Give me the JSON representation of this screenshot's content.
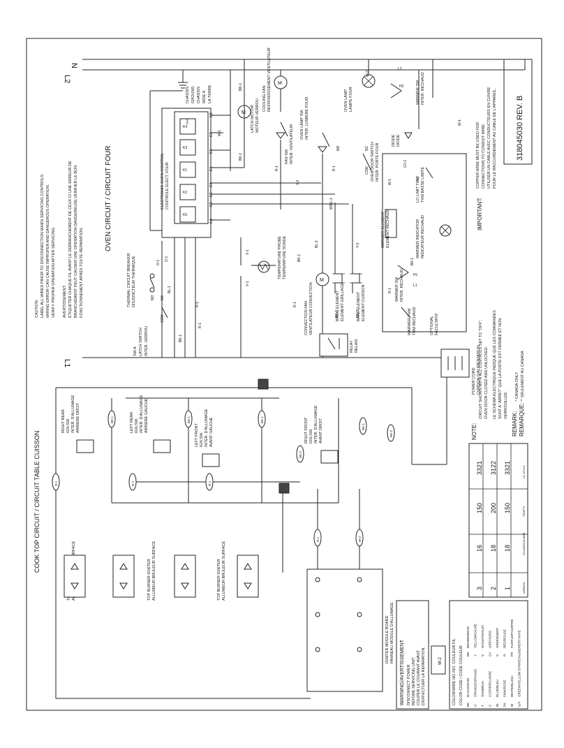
{
  "rails": {
    "l2": "L2",
    "n": "N",
    "l1": "L1"
  },
  "titles": {
    "oven": "OVEN CIRCUIT / CIRCUIT FOUR",
    "cooktop": "COOK TOP CIRCUIT / CIRCUIT TABLE CUISSON"
  },
  "caution": [
    "CAUTION:",
    "LABEL ALL WIRES PRIOR TO DISCONNECTION WHEN SERVICING CONTROLS.",
    "WIRING ERROR CAN CAUSE IMPROPER AND DANGEROUS OPERATION.",
    "VERIFY PROPER OPERATION AFTER SERVICING.",
    "AVERTISSEMENT:",
    "ETIQUETER CHAQUE FIL AVANT LE DEBRANCHEMENT DE CEUX-CI.UNE ERREUR DE",
    "BRANCHEMENT PEUT CAUSER UNE OPERATION DANGEREUSE.VERIFIER LE BON",
    "FONCTIONNEMENT APRES TOUTE REPARATION."
  ],
  "chassis": [
    "CHASSIS",
    "GROUND",
    "CHASSIS",
    "MISE A",
    "LA TERRE"
  ],
  "cooling_fan": [
    "COOLING FAN",
    "REFROIDISSEMENT VENTILATEUR"
  ],
  "latch_motor": [
    "LATCH MOTOR",
    "MOTEUR VERROU"
  ],
  "fan_sw": [
    "FAN SW.",
    "INTER. VENTILATEUR"
  ],
  "oven_lamp_sw": [
    "OVEN LAMP SW.",
    "INTER. LUMIERE FOUR"
  ],
  "oven_lamp": [
    "OVEN LAMP",
    "LAMPE FOUR"
  ],
  "oven_door_switch": [
    "OVEN DOOR SWITCH",
    "INTER. PORTE FOUR"
  ],
  "switch_terms": {
    "no": "NO",
    "nc": "NC",
    "com": "COM"
  },
  "diode": [
    "DIODE",
    "DIODE"
  ],
  "warmer_sw_top": [
    "WARMER SW.",
    "INTER. RECHAUD"
  ],
  "lo_limit": [
    "LO LIMIT THM",
    "THM BASSE LIMITE"
  ],
  "warmer_element": [
    "WARMER ELEMENT",
    "ELEMENT RECHAUD"
  ],
  "warmer_indicator": [
    "WARMER INDICATOR",
    "INDICATEUR RECHAUD"
  ],
  "warmer_sw_mid": [
    "WARMER SW.",
    "INTER. RECHAUD"
  ],
  "warmer_thm": [
    "WARMER THM",
    "THM RECHAUD"
  ],
  "optional": [
    "OPTIONAL",
    "FACULTATIF"
  ],
  "eoc": [
    "ELECTRONIC OVEN CONTROL",
    "CONTROLE ELECT. FOUR"
  ],
  "eoc_terms": [
    "E8",
    "E3",
    "E2",
    "E1",
    "E7",
    "E6",
    "E5",
    "E4"
  ],
  "relay_labels": [
    "K4",
    "K3",
    "K1",
    "K2",
    "K5"
  ],
  "fan_label": "FAN",
  "thermal_breaker": [
    "THERMAL CIRCUIT BREAKER",
    "DISJONCTEUR THERMIQUE"
  ],
  "temp_probe": [
    "TEMPERATURE PROBE",
    "TEMPERATURE SONDE"
  ],
  "convection_fan": [
    "CONVECTION FAN",
    "VENTILATEUR CONVECTION"
  ],
  "broil_element": [
    "BROIL ELEMENT",
    "ELEMENT GRILLAGE"
  ],
  "bake_element": [
    "BAKE ELEMENT",
    "ELEMENT CUISSON"
  ],
  "relay": [
    "RELAY",
    "RELAIS"
  ],
  "latch_switch": [
    "SW.A",
    "LATCH SWITCH",
    "INTER. VERROU"
  ],
  "power_cord": [
    "POWER CORD",
    "CORDON D'ALIMENTATION"
  ],
  "wire_tags": {
    "o1": "O-1",
    "o2": "O-1",
    "bl1": "BL-1",
    "bk1": "BK-1",
    "r1": "R-1",
    "v1": "V-1",
    "v2": "V-1",
    "w1": "W-1",
    "w2": "W-1",
    "w3": "W-1",
    "bk2": "BK-1",
    "r2": "R-1",
    "bl2": "BL-3",
    "y1": "Y-2",
    "y2": "Y-3",
    "wbl1": "W/BL-1",
    "bk3": "BK-1",
    "bk4": "BK-1",
    "r3": "R-1",
    "r4": "R-1",
    "bk5": "BK-2",
    "bk6": "BK-3",
    "gy1": "GY-1",
    "w4": "W-3",
    "w5": "W-1",
    "bk7": "BK-1",
    "r5": "R-1",
    "r6": "R-2",
    "bk8": "BK-1",
    "r7": "R-1",
    "bk9": "BK-1",
    "r8": "R-1",
    "bk10": "BK-2",
    "bk11": "BK-1",
    "r9": "R-1",
    "w6": "W-2",
    "r10": "R-1",
    "bk12": "BK-1",
    "bk13": "BK-2"
  },
  "right_rear": [
    "RIGHT REAR",
    "IGN.SW.",
    "INTER. D'ALLUMAGE",
    "ARRIERE DROIT"
  ],
  "left_rear": [
    "LEFT REAR",
    "IGN.SW.",
    "INTER. D'ALLUMAGE",
    "ARRIERE GAUCHE"
  ],
  "left_front": [
    "LEFT FRONT",
    "IGN.SW.",
    "INTER. D'ALLUMAGE",
    "AVANT GAUCHE"
  ],
  "right_front": [
    "RIGHT FRONT",
    "IGN.SW.",
    "INTER. D'ALLUMAGE",
    "AVANT DROIT"
  ],
  "igniter": [
    "TOP BURNER IGNITER",
    "ALLUMEUR BRULEUR SURFACE"
  ],
  "igniter_module": [
    "IGNITER MODULE BOARD",
    "PANNEAU MODULE D'ALLUMAGE"
  ],
  "warning": [
    "WARNING/AVERTISSEMENT",
    "DISCONNECT POWER",
    "BEFORE SERVICING UNIT.",
    "COUPER LE COURANT AVANT",
    "D'EFFECTUER LA REPARATION."
  ],
  "w2_label": "W-2",
  "color_header": [
    "COLOR/WIRE NO./NO. COULEUR FIL",
    "COLOR CODE / CODE COULEUR"
  ],
  "color_codes": [
    {
      "code": "BK",
      "name": "BLACK/NOIR",
      "code2": "BR",
      "name2": "BROWN/BRUN"
    },
    {
      "code": "O",
      "name": "ORANGE/ORANGE",
      "code2": "Y",
      "name2": "YELLOW/JAUNE"
    },
    {
      "code": "T",
      "name": "TAN/BRUN",
      "code2": "V",
      "name2": "VIOLET/VIOLET"
    },
    {
      "code": "C",
      "name": "COPPER/CUIVRE",
      "code2": "GY",
      "name2": "GREY/GRIS"
    },
    {
      "code": "BL",
      "name": "BLUE/BLEU",
      "code2": "G",
      "name2": "GREEN/VERT"
    },
    {
      "code": "PK",
      "name": "PINK/ROSE",
      "code2": "R",
      "name2": "RED/ROUGE"
    },
    {
      "code": "W",
      "name": "WHITE/BLANC",
      "code2": "PR",
      "name2": "PURPLE/POURPRE"
    },
    {
      "code": "G/Y",
      "name": "GREEN/YELLOW STRIPE/JAUNE/VERT RAYE",
      "code2": "",
      "name2": ""
    }
  ],
  "wire_table": {
    "rows": [
      {
        "wire": "3",
        "gauge": "16",
        "temp": "150",
        "ul": "3321"
      },
      {
        "wire": "2",
        "gauge": "18",
        "temp": "200",
        "ul": "3122"
      },
      {
        "wire": "1",
        "gauge": "18",
        "temp": "150",
        "ul": "3321"
      }
    ],
    "headers": {
      "wire": "WIRE/FIL",
      "gauge": "GAUGE/CALIBRE",
      "temp": "TEMP°C",
      "ul": "UL STYLE"
    }
  },
  "note": [
    "NOTE:",
    "CIRCUIT SHOWN WITH ALL CONTROLS SET TO \"OFF\",",
    "OVEN DOOR CLOSED AND UNLOCKED.",
    "LE SCHEMA ELECTRIQUE INDIQUE QUE LES COMMANDES",
    "SONT A \"ARRET\" QUE LA PORTE EST FERMEE ET NON",
    "VERROUILLEE."
  ],
  "remark": [
    "REMARK:",
    "REMARQUE:"
  ],
  "remark_items": [
    "* CANADA ONLY",
    "** SEULEMENT AU CANADA"
  ],
  "important": [
    "IMPORTANT:",
    "COPPER WIRE MUST BE USED FOR",
    "CONNECTIONS TO CONDUIT WIRE.",
    "UTILISER UN CABLE AVEC CONDUCTEURS EN CUIVRE",
    "POUR LE RACCORDEMENT AU CABLE DE L'APPAREIL."
  ],
  "doc_number": "318045030 REV. B"
}
